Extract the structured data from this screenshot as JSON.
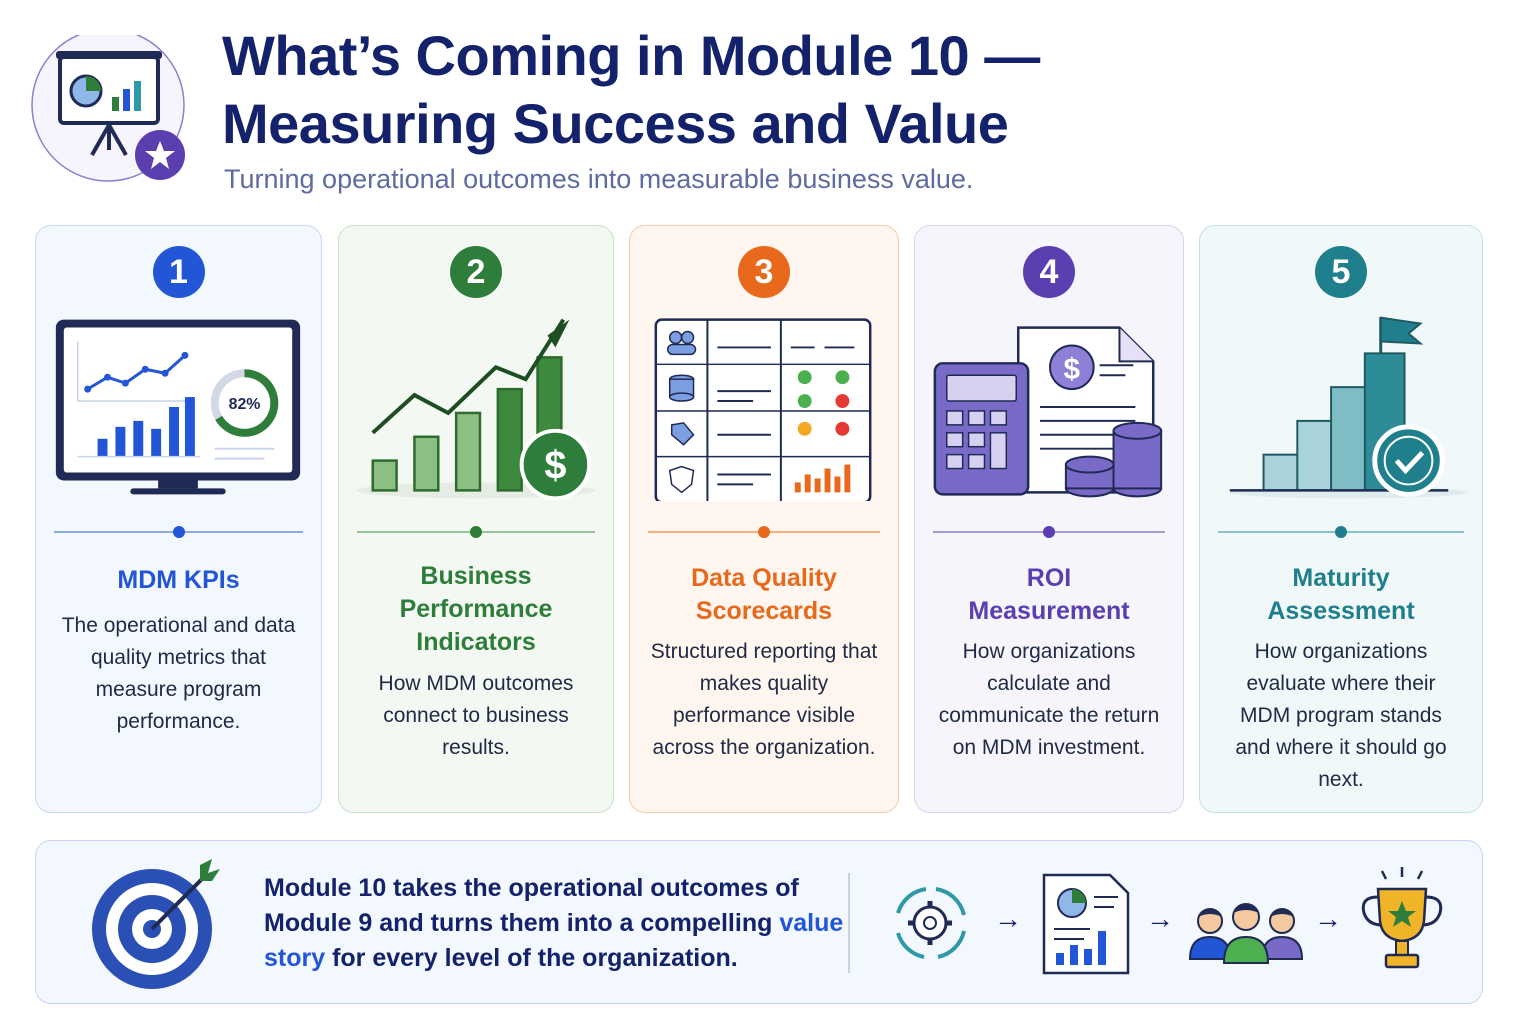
{
  "header": {
    "title_line1": "What’s Coming in Module 10 —",
    "title_line2": "Measuring Success and Value",
    "subtitle": "Turning operational outcomes into measurable business value."
  },
  "cards": [
    {
      "number": "1",
      "title": "MDM KPIs",
      "description": "The operational and data quality metrics that measure program performance.",
      "accent": "#2356d6",
      "illustration_label": "82%"
    },
    {
      "number": "2",
      "title": "Business Performance Indicators",
      "description": "How MDM outcomes connect to business results.",
      "accent": "#2e7d3a"
    },
    {
      "number": "3",
      "title": "Data Quality Scorecards",
      "description": "Structured reporting that makes quality performance visible across the organization.",
      "accent": "#e8681c"
    },
    {
      "number": "4",
      "title": "ROI Measurement",
      "description": "How organizations calculate and communicate the return on MDM investment.",
      "accent": "#5b3fb1"
    },
    {
      "number": "5",
      "title": "Maturity Assessment",
      "description": "How organizations evaluate where their MDM program stands and where it should go next.",
      "accent": "#1f7f8c"
    }
  ],
  "summary": {
    "text_before": "Module 10 takes the operational outcomes of Module 9 and turns them into a compelling ",
    "highlight": "value story",
    "text_after": " for every level of the organization."
  },
  "flow": {
    "arrow": "→",
    "icons": [
      "process-cycle-icon",
      "report-document-icon",
      "stakeholders-icon",
      "trophy-icon"
    ]
  }
}
